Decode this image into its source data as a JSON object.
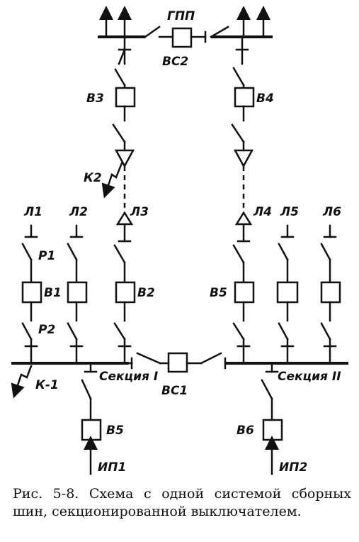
{
  "labels": {
    "gpp": "ГПП",
    "bc2": "ВС2",
    "b3": "В3",
    "b4": "В4",
    "k2": "К2",
    "l1": "Л1",
    "l2": "Л2",
    "l3": "Л3",
    "l4": "Л4",
    "l5": "Л5",
    "l6": "Л6",
    "p1": "Р1",
    "p2": "Р2",
    "b1": "В1",
    "b2": "В2",
    "b5_line": "В5",
    "k1": "К-1",
    "section1": "Секция I",
    "section2": "Секция II",
    "bc1": "ВС1",
    "b5_src": "В5",
    "b6": "В6",
    "ip1": "ИП1",
    "ip2": "ИП2"
  },
  "caption": "Рис. 5-8. Схема с одной системой сборных шин, секционированной выключателем."
}
